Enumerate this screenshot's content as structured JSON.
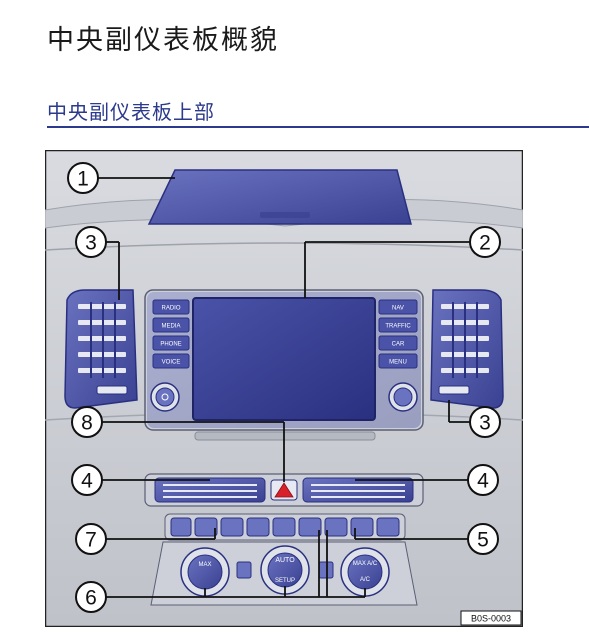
{
  "page": {
    "title": "中央副仪表板概貌",
    "section_heading": "中央副仪表板上部"
  },
  "figure": {
    "code": "B0S-0003",
    "callouts": [
      "1",
      "2",
      "3",
      "3",
      "4",
      "4",
      "5",
      "6",
      "7",
      "8"
    ],
    "left_buttons": [
      "RADIO",
      "MEDIA",
      "PHONE",
      "VOICE"
    ],
    "right_buttons": [
      "NAV",
      "TRAFFIC",
      "CAR",
      "MENU"
    ],
    "climate_labels": {
      "left_knob_top": "MAX",
      "center_top": "AUTO",
      "center_bottom": "SETUP",
      "right_top": "MAX A/C",
      "right_bottom": "A/C"
    },
    "colors": {
      "accent": "#2b3a8c",
      "hazard": "#d8202a",
      "callout_fill": "#ffffff"
    }
  }
}
